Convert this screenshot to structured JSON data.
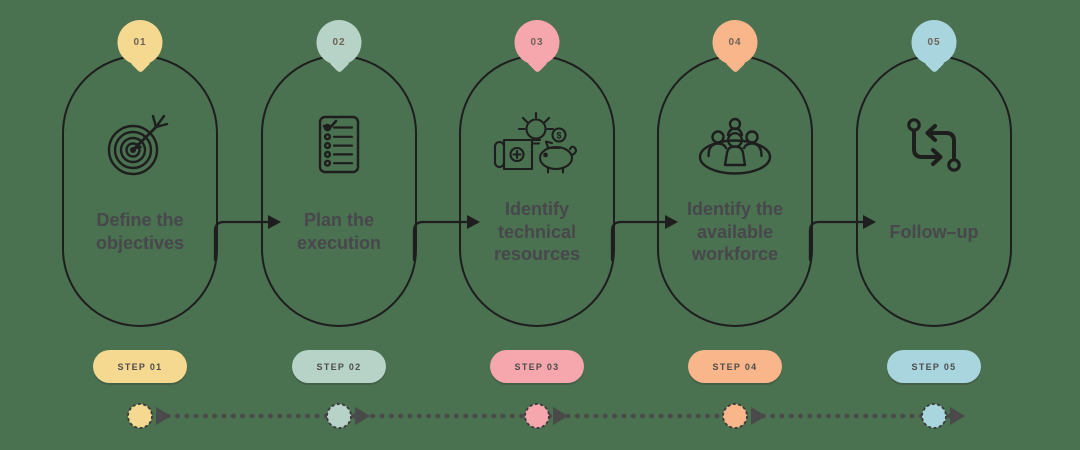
{
  "title": "Five step process infographic",
  "background": {
    "color": "#4A7150"
  },
  "stroke_color": "#1E1E1E",
  "label_color": "#47474C",
  "timeline": {
    "dot_color": "#4A4A4A",
    "node_stroke_color": "#3A3A3A"
  },
  "steps": [
    {
      "number": "01",
      "badge": "STEP 01",
      "label": "Define the objectives",
      "color": "#F5D990",
      "icon": "target-dart-icon"
    },
    {
      "number": "02",
      "badge": "STEP 02",
      "label": "Plan the execution",
      "color": "#B7D3C8",
      "icon": "checklist-icon"
    },
    {
      "number": "03",
      "badge": "STEP 03",
      "label": "Identify technical resources",
      "color": "#F6A6AD",
      "icon": "lightbulb-blueprint-piggybank-icon"
    },
    {
      "number": "04",
      "badge": "STEP 04",
      "label": "Identify the available workforce",
      "color": "#F8B68A",
      "icon": "team-workforce-icon"
    },
    {
      "number": "05",
      "badge": "STEP 05",
      "label": "Follow–up",
      "color": "#A9D5DF",
      "icon": "follow-up-arrows-icon"
    }
  ]
}
